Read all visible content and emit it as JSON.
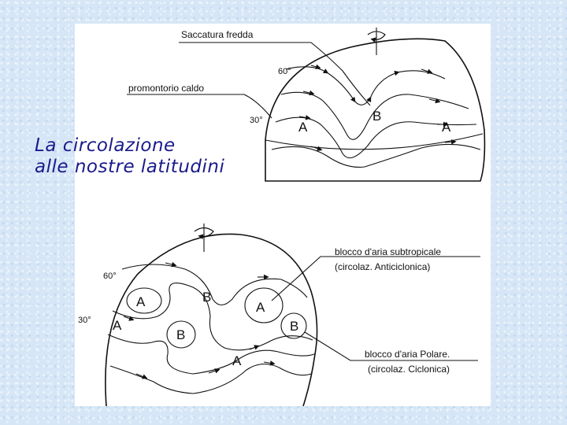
{
  "slide": {
    "title_line1": "La circolazione",
    "title_line2": "alle nostre latitudini"
  },
  "top_globe": {
    "label_trough": "Saccatura fredda",
    "label_ridge": "promontorio  caldo",
    "lat_60": "60°",
    "lat_30": "30°",
    "marker_high_left": "A",
    "marker_low": "B",
    "marker_high_right": "A"
  },
  "bottom_globe": {
    "label_subtropical_block": "blocco d'aria  subtropicale",
    "label_subtropical_circ": "(circolaz.  Anticiclonica)",
    "label_polar_block": "blocco  d'aria  Polare.",
    "label_polar_circ": "(circolaz. Ciclonica)",
    "lat_60": "60°",
    "lat_30": "30°",
    "marker_a1": "A",
    "marker_a2": "A",
    "marker_b1": "B",
    "marker_b2": "B",
    "marker_a3": "A",
    "marker_b3": "B",
    "marker_a4": "A"
  },
  "colors": {
    "background": "#d6e6f6",
    "title": "#1a1a8c",
    "ink": "#111111"
  }
}
